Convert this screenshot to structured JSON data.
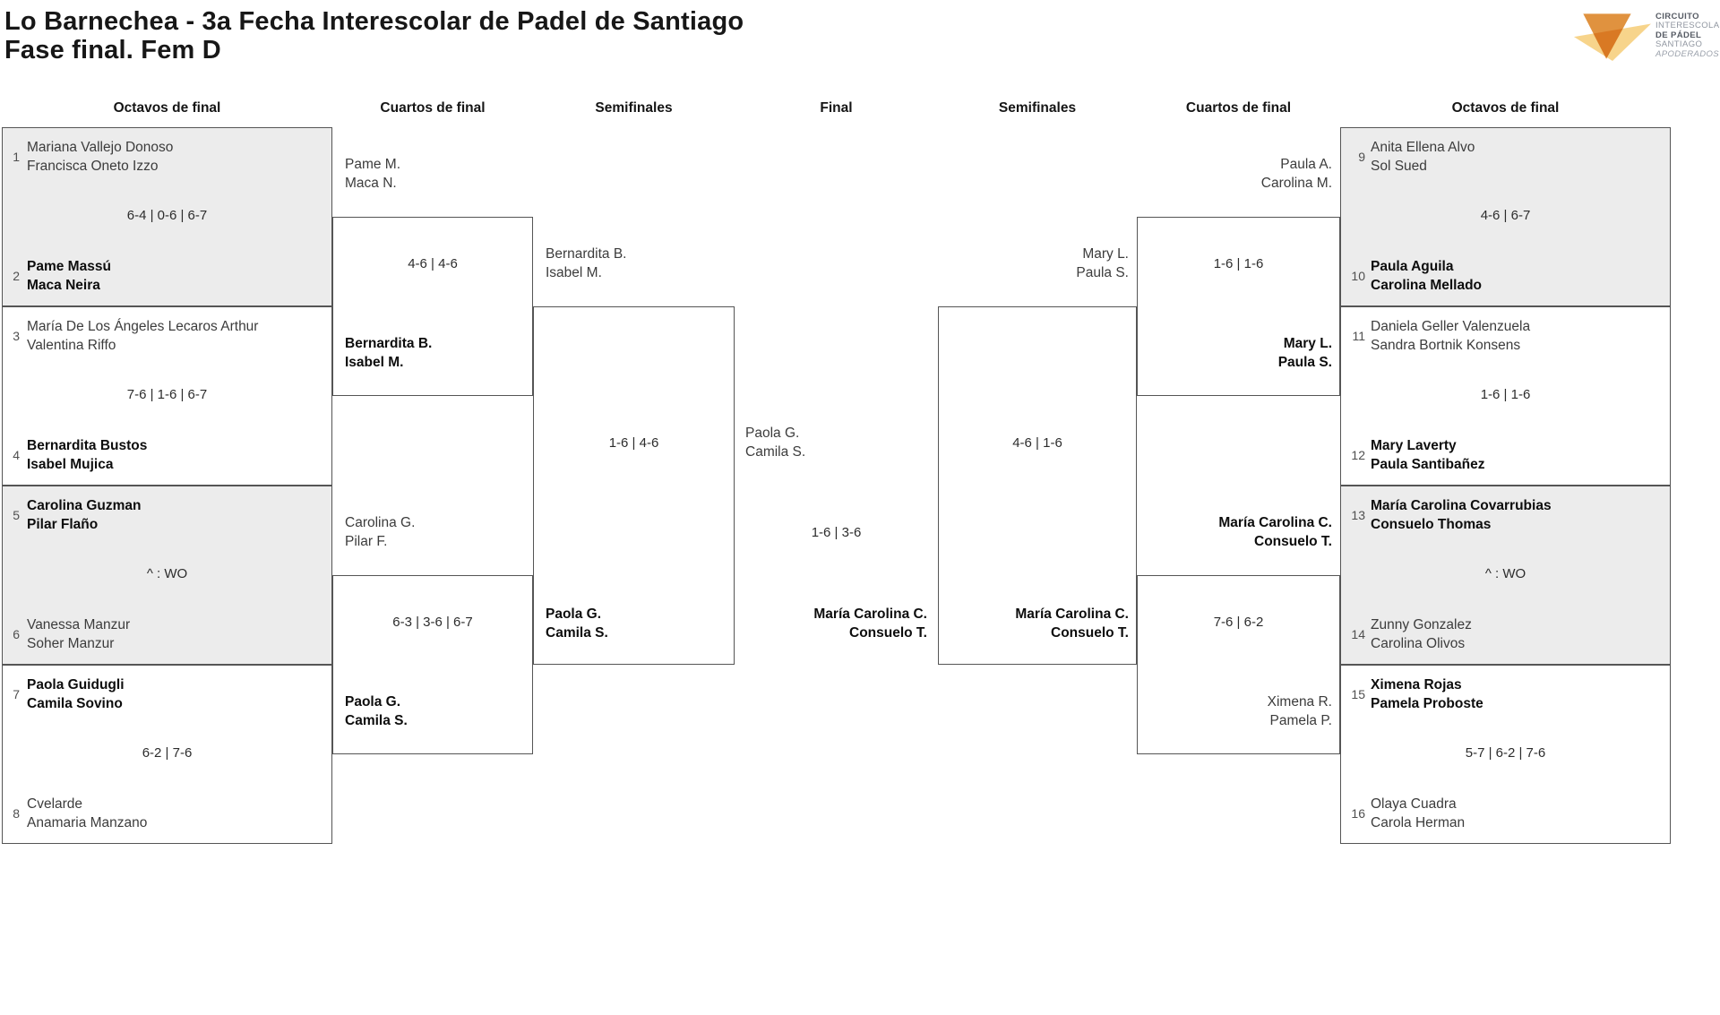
{
  "title": {
    "line1": "Lo Barnechea - 3a Fecha Interescolar de Padel de Santiago",
    "line2": "Fase final. Fem D"
  },
  "logo": {
    "l1": "CIRCUITO",
    "l2": "INTERESCOLAR",
    "l3": "DE PÁDEL",
    "l4": "SANTIAGO",
    "l5": "APODERADOS"
  },
  "cols": [
    "Octavos de final",
    "Cuartos de final",
    "Semifinales",
    "Final",
    "Semifinales",
    "Cuartos de final",
    "Octavos de final"
  ],
  "m": {
    "ol": [
      {
        "s1": "1",
        "t1a": "Mariana Vallejo Donoso",
        "t1b": "Francisca Oneto Izzo",
        "sc": "6-4 | 0-6 | 6-7",
        "s2": "2",
        "t2a": "Pame Massú",
        "t2b": "Maca Neira"
      },
      {
        "s1": "3",
        "t1a": "María De Los Ángeles Lecaros Arthur",
        "t1b": "Valentina Riffo",
        "sc": "7-6 | 1-6 | 6-7",
        "s2": "4",
        "t2a": "Bernardita Bustos",
        "t2b": "Isabel Mujica"
      },
      {
        "s1": "5",
        "t1a": "Carolina Guzman",
        "t1b": "Pilar Flaño",
        "sc": "^ : WO",
        "s2": "6",
        "t2a": "Vanessa Manzur",
        "t2b": "Soher Manzur"
      },
      {
        "s1": "7",
        "t1a": "Paola Guidugli",
        "t1b": "Camila Sovino",
        "sc": "6-2 | 7-6",
        "s2": "8",
        "t2a": "Cvelarde",
        "t2b": "Anamaria Manzano"
      }
    ],
    "ql": [
      {
        "t1a": "Pame M.",
        "t1b": "Maca N.",
        "sc": "4-6 | 4-6",
        "t2a": "Bernardita B.",
        "t2b": "Isabel M."
      },
      {
        "t1a": "Carolina G.",
        "t1b": "Pilar F.",
        "sc": "6-3 | 3-6 | 6-7",
        "t2a": "Paola G.",
        "t2b": "Camila S."
      }
    ],
    "sl": {
      "t1a": "Bernardita B.",
      "t1b": "Isabel M.",
      "sc": "1-6 | 4-6",
      "t2a": "Paola G.",
      "t2b": "Camila S."
    },
    "f": {
      "t1a": "Paola G.",
      "t1b": "Camila S.",
      "sc": "1-6 | 3-6",
      "t2a": "María Carolina C.",
      "t2b": "Consuelo T."
    },
    "sr": {
      "t1a": "Mary L.",
      "t1b": "Paula S.",
      "sc": "4-6 | 1-6",
      "t2a": "María Carolina C.",
      "t2b": "Consuelo T."
    },
    "qr": [
      {
        "t1a": "Paula A.",
        "t1b": "Carolina M.",
        "sc": "1-6 | 1-6",
        "t2a": "Mary L.",
        "t2b": "Paula S."
      },
      {
        "t1a": "María Carolina C.",
        "t1b": "Consuelo T.",
        "sc": "7-6 | 6-2",
        "t2a": "Ximena R.",
        "t2b": "Pamela P."
      }
    ],
    "or": [
      {
        "s1": "9",
        "t1a": "Anita Ellena Alvo",
        "t1b": "Sol Sued",
        "sc": "4-6 | 6-7",
        "s2": "10",
        "t2a": "Paula Aguila",
        "t2b": "Carolina Mellado"
      },
      {
        "s1": "11",
        "t1a": "Daniela Geller Valenzuela",
        "t1b": "Sandra Bortnik Konsens",
        "sc": "1-6 | 1-6",
        "s2": "12",
        "t2a": "Mary Laverty",
        "t2b": "Paula Santibañez"
      },
      {
        "s1": "13",
        "t1a": "María Carolina Covarrubias",
        "t1b": "Consuelo Thomas",
        "sc": "^ : WO",
        "s2": "14",
        "t2a": "Zunny Gonzalez",
        "t2b": "Carolina Olivos"
      },
      {
        "s1": "15",
        "t1a": "Ximena Rojas",
        "t1b": "Pamela Proboste",
        "sc": "5-7 | 6-2 | 7-6",
        "s2": "16",
        "t2a": "Olaya Cuadra",
        "t2b": "Carola Herman"
      }
    ]
  }
}
